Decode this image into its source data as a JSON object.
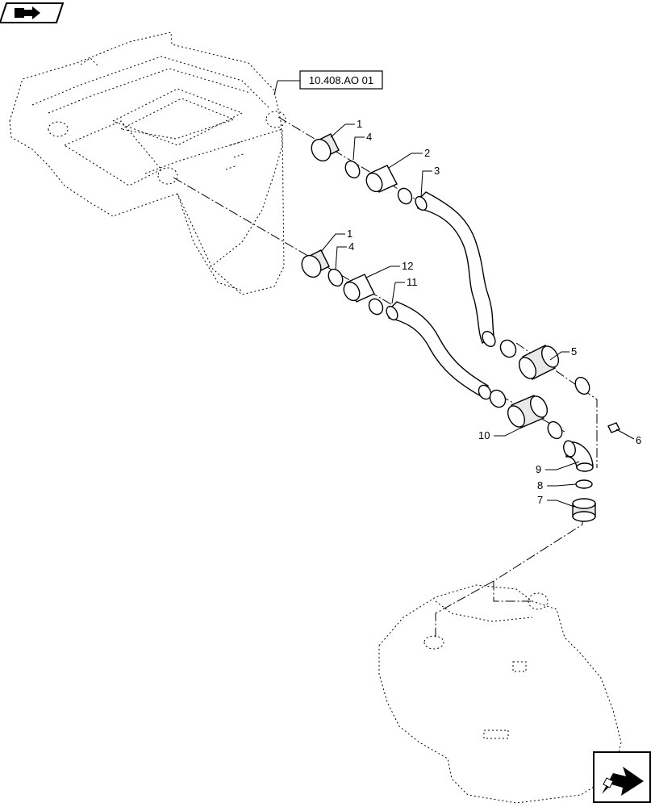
{
  "reference": {
    "label": "10.408.AO 01"
  },
  "callouts": [
    {
      "id": "1a",
      "label": "1"
    },
    {
      "id": "4a",
      "label": "4"
    },
    {
      "id": "2",
      "label": "2"
    },
    {
      "id": "3",
      "label": "3"
    },
    {
      "id": "1b",
      "label": "1"
    },
    {
      "id": "4b",
      "label": "4"
    },
    {
      "id": "12",
      "label": "12"
    },
    {
      "id": "11",
      "label": "11"
    },
    {
      "id": "5",
      "label": "5"
    },
    {
      "id": "10",
      "label": "10"
    },
    {
      "id": "6",
      "label": "6"
    },
    {
      "id": "9",
      "label": "9"
    },
    {
      "id": "8",
      "label": "8"
    },
    {
      "id": "7",
      "label": "7"
    }
  ],
  "icons": {
    "top_left": "book-arrow-icon",
    "bottom_right": "next-page-arrow-icon"
  }
}
